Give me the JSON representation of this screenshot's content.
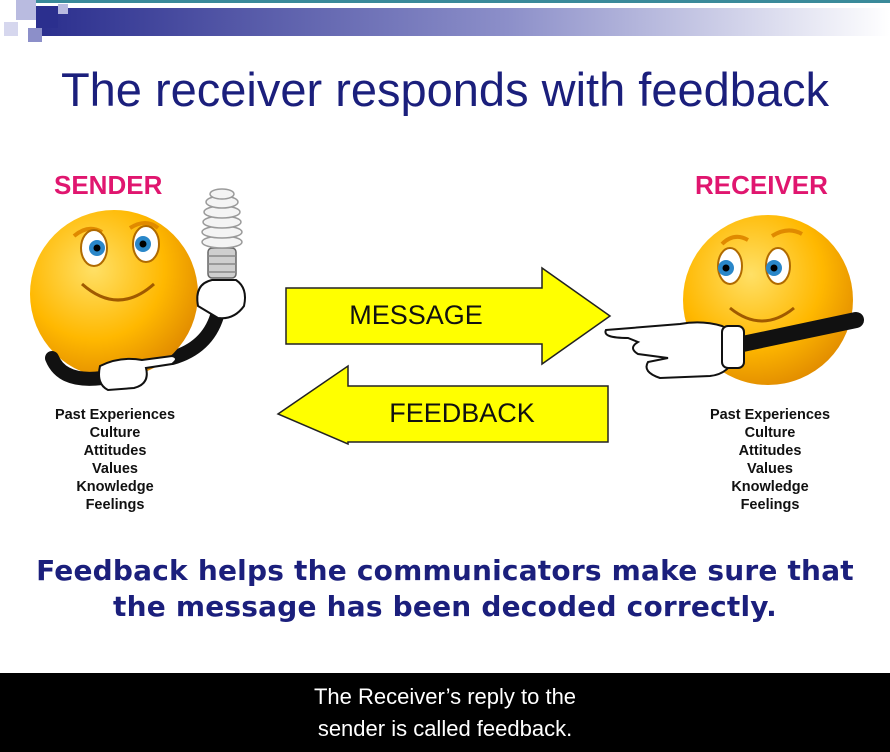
{
  "title": "The receiver responds with feedback",
  "sender": {
    "label": "SENDER",
    "traits": [
      "Past Experiences",
      "Culture",
      "Attitudes",
      "Values",
      "Knowledge",
      "Feelings"
    ]
  },
  "receiver": {
    "label": "RECEIVER",
    "traits": [
      "Past Experiences",
      "Culture",
      "Attitudes",
      "Values",
      "Knowledge",
      "Feelings"
    ]
  },
  "arrows": {
    "message": "MESSAGE",
    "feedback": "FEEDBACK"
  },
  "caption": {
    "line1": "Feedback helps the communicators make sure that",
    "line2": "the message has been decoded correctly."
  },
  "subtitle": {
    "line1": "The Receiver’s reply to the",
    "line2": "sender is called feedback."
  },
  "colors": {
    "title": "#1b1f7c",
    "role_label": "#e0166f",
    "arrow_fill": "#ffff00",
    "smiley_face": "#f7b200"
  },
  "icons": {
    "sender_figure": "smiley-holding-lightbulb-icon",
    "receiver_figure": "smiley-pointing-icon"
  }
}
